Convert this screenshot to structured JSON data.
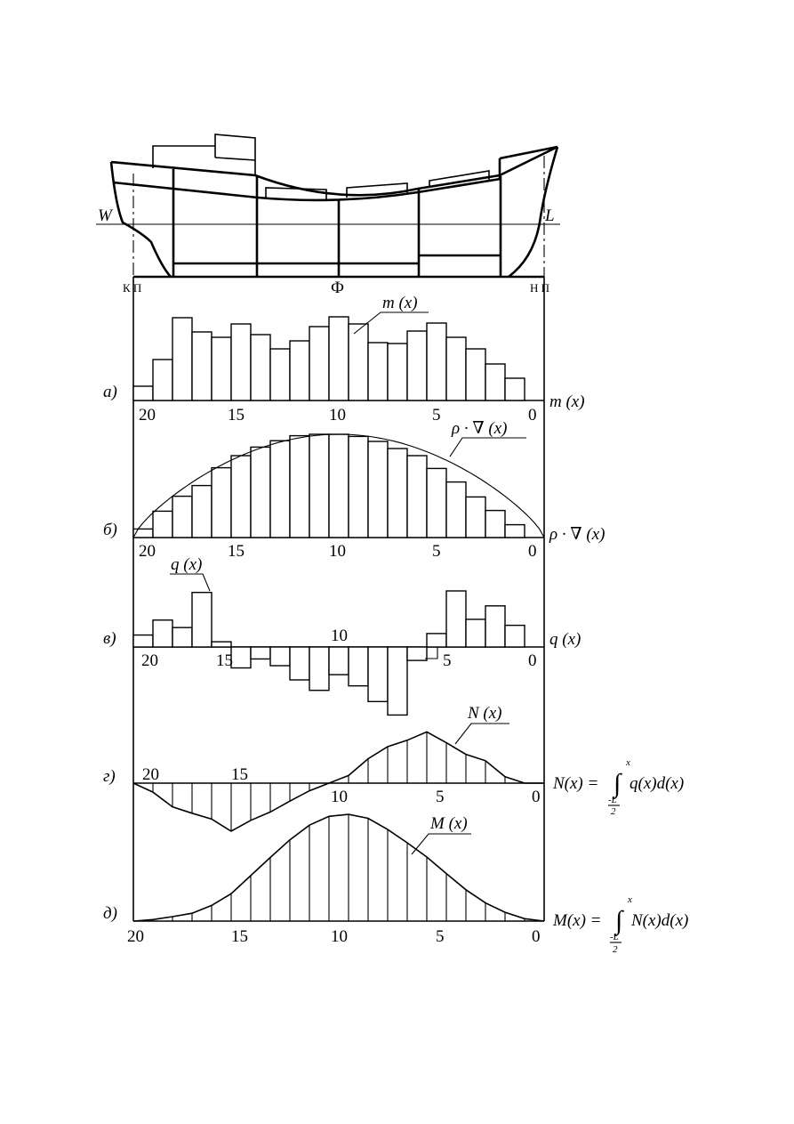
{
  "ship": {
    "waterline_left": "W",
    "waterline_right": "L",
    "aft_marks": "К П",
    "fore_marks": "Н П",
    "midship_symbol": "Ф"
  },
  "labels": {
    "ticks_m": [
      "20",
      "15",
      "10",
      "5",
      "0"
    ],
    "ticks_v": [
      "20",
      "15",
      "10",
      "5",
      "0"
    ],
    "ticks_q": [
      "20",
      "15",
      "10",
      "5",
      "0"
    ],
    "ticks_n": [
      "20",
      "15",
      "10",
      "5",
      "0"
    ],
    "ticks_mm": [
      "20",
      "15",
      "10",
      "5",
      "0"
    ]
  },
  "panels": {
    "a": {
      "letter": "а)",
      "curve_label": "m (x)",
      "axis_label": "m (x)"
    },
    "b": {
      "letter": "б)",
      "curve_label": "ρ · ∇ (x)",
      "axis_label": "ρ · ∇ (x)"
    },
    "v": {
      "letter": "в)",
      "curve_label": "q (x)",
      "axis_label": "q (x)"
    },
    "g": {
      "letter": "г)",
      "curve_label": "N (x)",
      "formula_left": "N(x) =",
      "formula_integrand": "q(x)d(x)",
      "upper_limit": "x",
      "lower_num": "-L",
      "lower_den": "2"
    },
    "d": {
      "letter": "д)",
      "curve_label": "M (x)",
      "formula_left": "M(x) =",
      "formula_integrand": "N(x)d(x)",
      "upper_limit": "x",
      "lower_num": "-L",
      "lower_den": "2"
    }
  },
  "chart_data": [
    {
      "type": "bar",
      "name": "m",
      "x": [
        20,
        19,
        18,
        17,
        16,
        15,
        14,
        13,
        12,
        11,
        10,
        9,
        8,
        7,
        6,
        5,
        4,
        3,
        2,
        1
      ],
      "values": [
        16,
        46,
        93,
        77,
        71,
        86,
        74,
        58,
        67,
        83,
        94,
        86,
        65,
        64,
        78,
        87,
        71,
        58,
        41,
        25
      ],
      "ylim": [
        0,
        100
      ]
    },
    {
      "type": "bar",
      "name": "v",
      "x": [
        20,
        19,
        18,
        17,
        16,
        15,
        14,
        13,
        12,
        11,
        10,
        9,
        8,
        7,
        6,
        5,
        4,
        3,
        2,
        1
      ],
      "values": [
        12,
        37,
        58,
        73,
        98,
        115,
        127,
        136,
        143,
        145,
        145,
        142,
        135,
        125,
        115,
        97,
        78,
        57,
        38,
        18
      ],
      "ylim": [
        0,
        150
      ]
    },
    {
      "type": "bar",
      "name": "q",
      "x": [
        20,
        19,
        18,
        17,
        16,
        15,
        14,
        13,
        12,
        11,
        10,
        9,
        8,
        7,
        6,
        5,
        4,
        3,
        2,
        1
      ],
      "values": [
        16,
        36,
        26,
        73,
        7,
        -28,
        -16,
        -25,
        -44,
        -58,
        -37,
        -52,
        -73,
        -91,
        -18,
        18,
        75,
        37,
        55,
        29
      ],
      "ylim": [
        -100,
        80
      ]
    },
    {
      "type": "line",
      "name": "N",
      "x": [
        21,
        20,
        19,
        18,
        17,
        16,
        15,
        14,
        13,
        12,
        11,
        10,
        9,
        8,
        7,
        6,
        5,
        4,
        3,
        2,
        1,
        0
      ],
      "values": [
        0,
        -14,
        -37,
        -47,
        -56,
        -75,
        -58,
        -45,
        -28,
        -12,
        0,
        12,
        38,
        57,
        67,
        80,
        63,
        45,
        35,
        10,
        0,
        0
      ],
      "ylim": [
        -80,
        80
      ]
    },
    {
      "type": "area",
      "name": "M",
      "x": [
        21,
        20,
        19,
        18,
        17,
        16,
        15,
        14,
        13,
        12,
        11,
        10,
        9,
        8,
        7,
        6,
        5,
        4,
        3,
        2,
        1,
        0
      ],
      "values": [
        0,
        3,
        9,
        16,
        32,
        56,
        93,
        130,
        166,
        196,
        214,
        218,
        210,
        187,
        160,
        131,
        97,
        64,
        37,
        18,
        5,
        0
      ],
      "ylim": [
        0,
        230
      ]
    }
  ]
}
